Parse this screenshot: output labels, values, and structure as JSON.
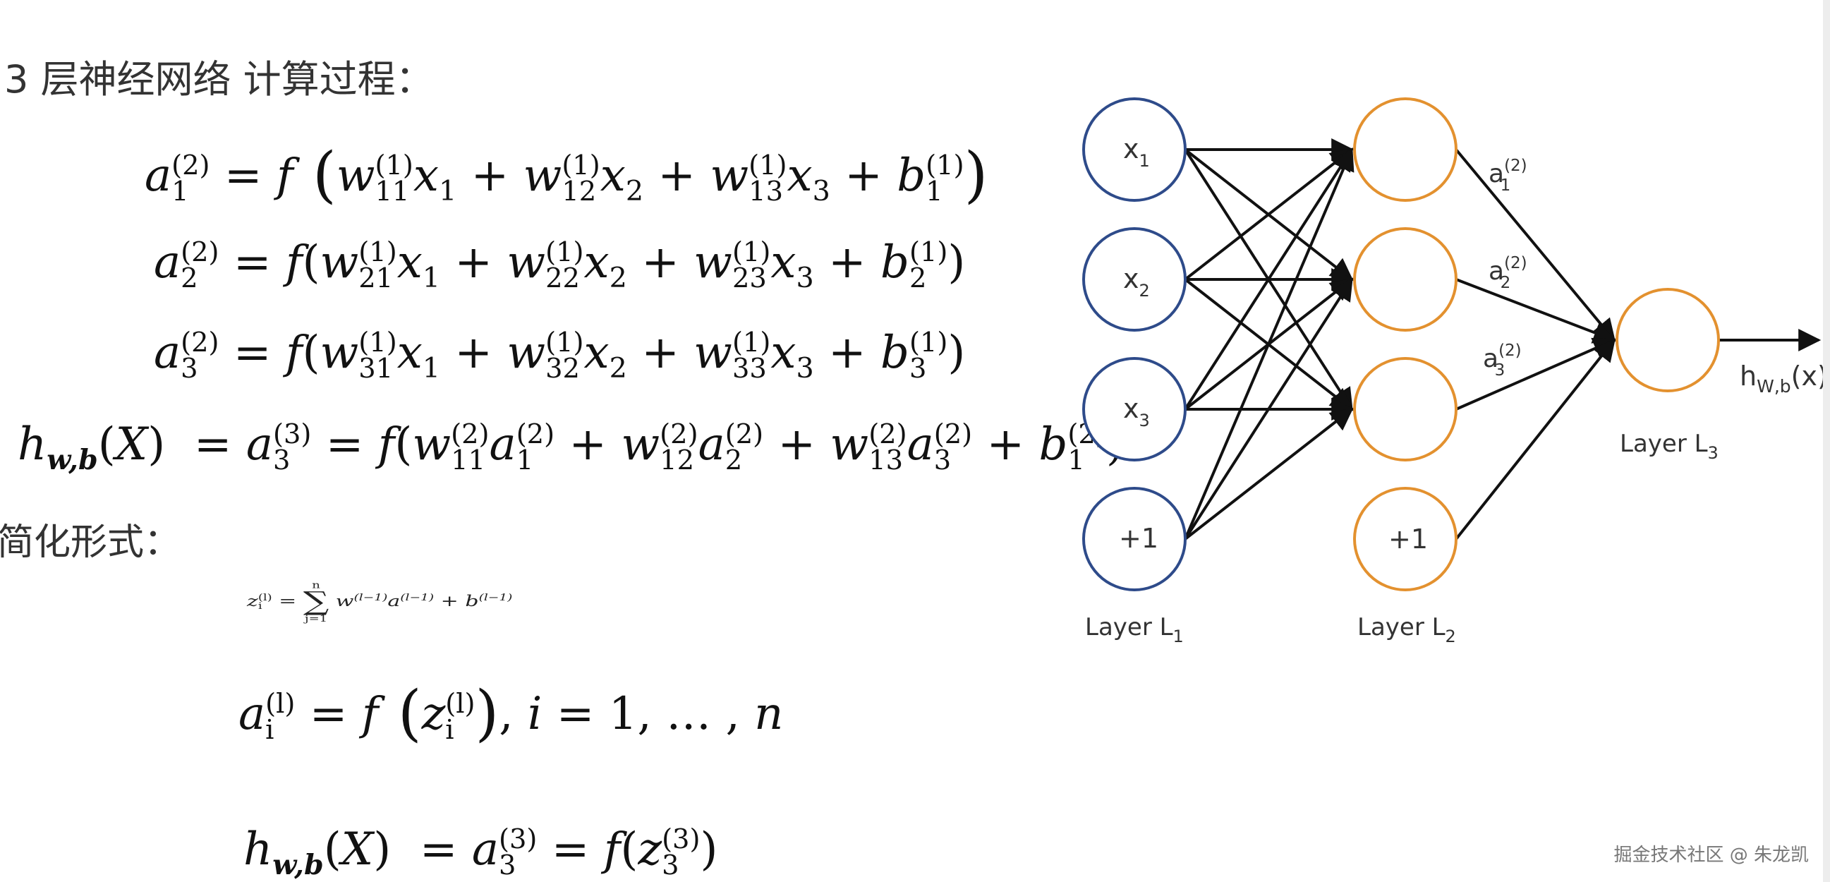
{
  "text": {
    "heading_main": "3 层神经网络 计算过程：",
    "heading_simplified": "简化形式：",
    "watermark": "掘金技术社区 @ 朱龙凯"
  },
  "diagram": {
    "layer_labels": [
      "Layer L",
      "Layer L",
      "Layer L"
    ],
    "layer_label_subscripts": [
      "1",
      "2",
      "3"
    ],
    "input_nodes": [
      {
        "label": "x",
        "subscript": "1"
      },
      {
        "label": "x",
        "subscript": "2"
      },
      {
        "label": "x",
        "subscript": "3"
      },
      {
        "label": "+1",
        "subscript": ""
      }
    ],
    "hidden_nodes": [
      {
        "label": ""
      },
      {
        "label": ""
      },
      {
        "label": ""
      },
      {
        "label": "+1"
      }
    ],
    "hidden_activations": [
      {
        "base": "a",
        "sup": "(2)",
        "sub": "1"
      },
      {
        "base": "a",
        "sup": "(2)",
        "sub": "2"
      },
      {
        "base": "a",
        "sup": "(2)",
        "sub": "3"
      }
    ],
    "output_label": {
      "base": "h",
      "sub": "W,b",
      "arg": "(x)"
    },
    "colors": {
      "input_stroke": "#2e4b8a",
      "hidden_stroke": "#e3912f",
      "output_stroke": "#e3912f",
      "edge": "#111111"
    }
  }
}
